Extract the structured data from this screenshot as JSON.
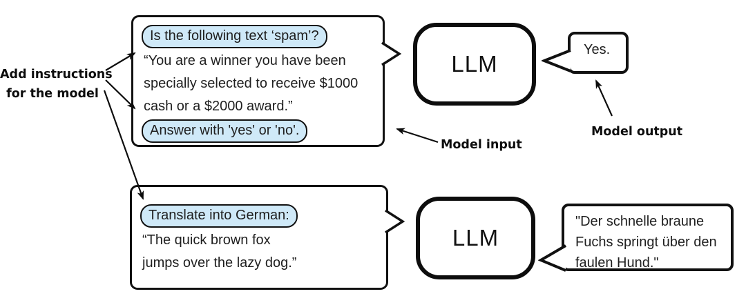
{
  "palette": {
    "stroke": "#111111",
    "pill_fill": "#cfe9f8",
    "pill_border": "#111111",
    "text": "#1f1f1f",
    "background": "#ffffff"
  },
  "annotations": {
    "add_instructions_line1": "Add instructions",
    "add_instructions_line2": "for the model",
    "model_input": "Model input",
    "model_output": "Model output"
  },
  "example1": {
    "input": {
      "instruction_top": "Is the following text ‘spam’?",
      "body_line1": "“You are a winner you have been",
      "body_line2": "specially selected to receive $1000",
      "body_line3": "cash or a $2000 award.”",
      "instruction_bottom": "Answer with 'yes' or 'no'."
    },
    "model_label": "LLM",
    "output": "Yes."
  },
  "example2": {
    "input": {
      "instruction_top": "Translate into German:",
      "body_line1": "“The quick brown fox",
      "body_line2": "jumps over the lazy dog.”"
    },
    "model_label": "LLM",
    "output_line1": "\"Der schnelle braune",
    "output_line2": "Fuchs springt über den",
    "output_line3": "faulen Hund.\""
  }
}
